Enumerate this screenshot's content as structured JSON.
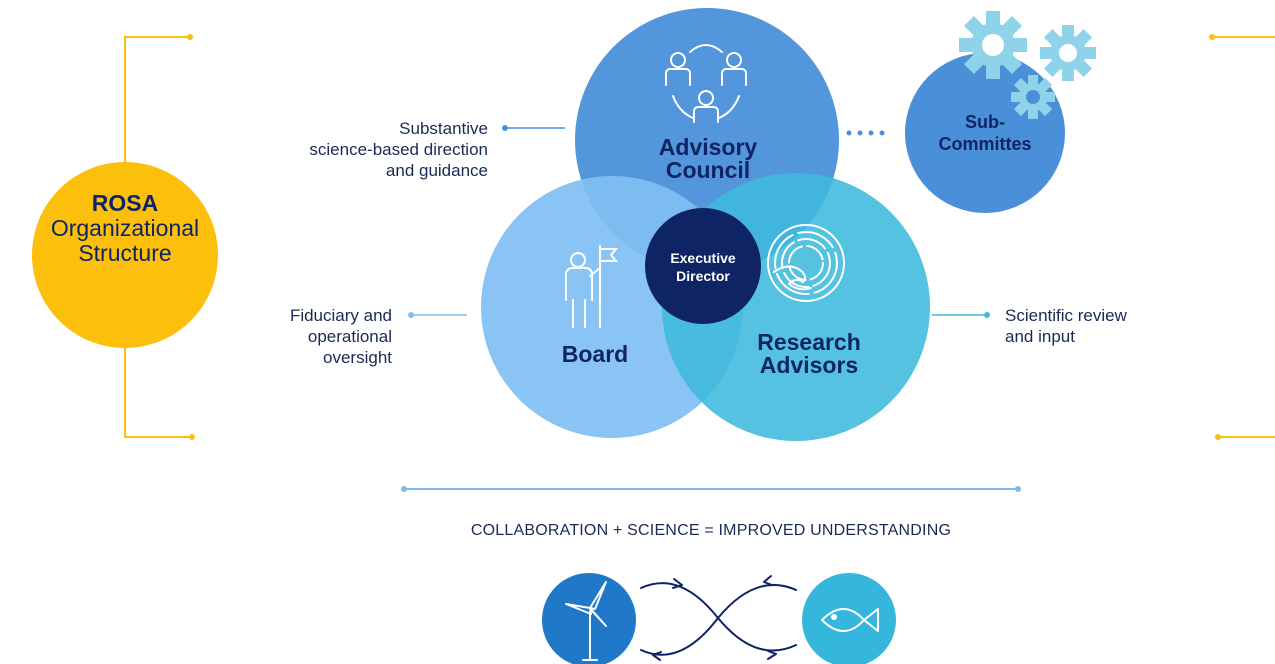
{
  "rosa": {
    "title": "ROSA",
    "subtitle_line1": "Organizational",
    "subtitle_line2": "Structure"
  },
  "circles": {
    "advisory": {
      "line1": "Advisory",
      "line2": "Council"
    },
    "subcommittes": {
      "line1": "Sub-",
      "line2": "Committes"
    },
    "board": {
      "label": "Board"
    },
    "research": {
      "line1": "Research",
      "line2": "Advisors"
    },
    "executive": {
      "line1": "Executive",
      "line2": "Director"
    }
  },
  "annotations": {
    "advisory": {
      "line1": "Substantive",
      "line2": "science-based direction",
      "line3": "and guidance"
    },
    "board": {
      "line1": "Fiduciary and",
      "line2": "operational",
      "line3": "oversight"
    },
    "research": {
      "line1": "Scientific review",
      "line2": "and input"
    }
  },
  "tagline": "COLLABORATION + SCIENCE = IMPROVED UNDERSTANDING",
  "icons": [
    "people-group-icon",
    "person-flag-icon",
    "spiral-wave-icon",
    "gear-icon",
    "wind-turbine-icon",
    "fish-icon",
    "infinity-arrows-icon"
  ],
  "colors": {
    "rosa_yellow": "#fbbf0c",
    "advisory_blue": "#4a90d9",
    "board_blue": "#80bff3",
    "research_teal": "#3fbadd",
    "executive_navy": "#0f2464",
    "gear_light": "#8fd3ea"
  }
}
